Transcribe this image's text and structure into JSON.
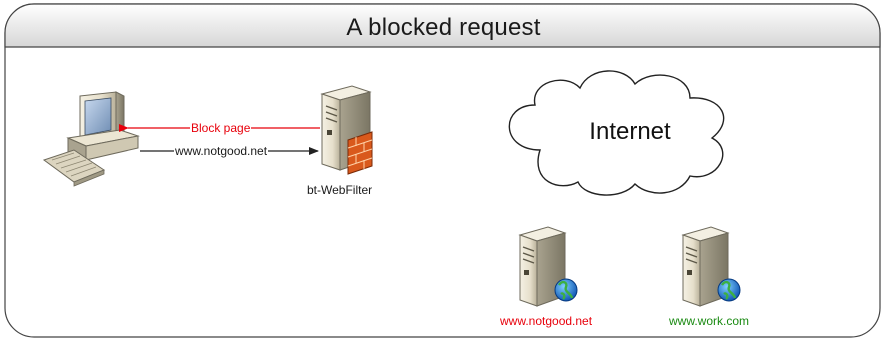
{
  "title": "A blocked request",
  "labels": {
    "block_page": "Block page",
    "request_url": "www.notgood.net",
    "filter_name": "bt-WebFilter",
    "internet": "Internet",
    "server_blocked": "www.notgood.net",
    "server_allowed": "www.work.com"
  },
  "colors": {
    "blocked": "#e8000b",
    "allowed": "#1a8a12",
    "frame_border": "#444444"
  },
  "icons": {
    "client": "desktop-computer-icon",
    "filter": "firewall-server-icon",
    "web_server": "web-server-icon",
    "network": "cloud-icon"
  }
}
